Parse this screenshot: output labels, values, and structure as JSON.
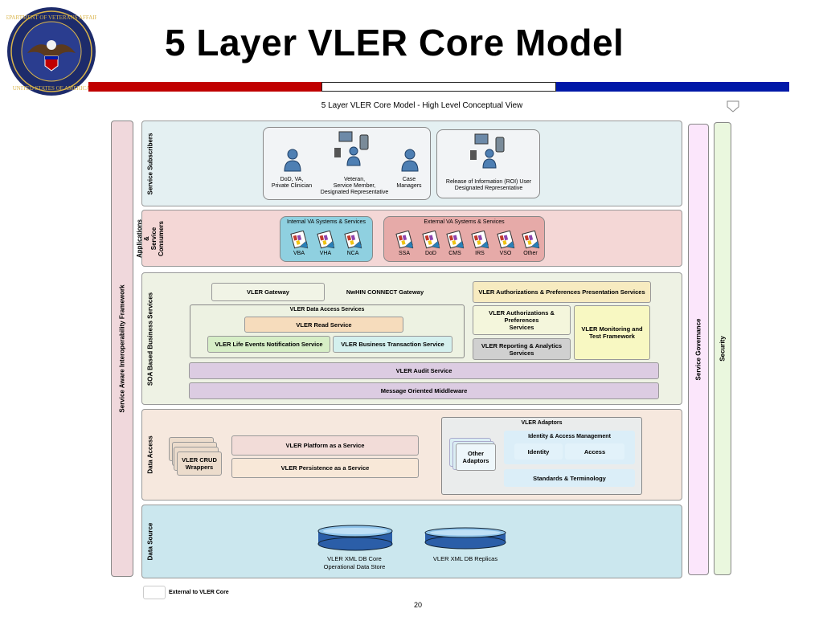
{
  "slide": {
    "title": "5 Layer VLER Core Model",
    "page_number": "20"
  },
  "diagram": {
    "heading": "5 Layer VLER Core Model - High Level Conceptual View",
    "left_framework": "Service Aware Interoperability Framework",
    "right_governance": "Service Governance",
    "right_security": "Security",
    "legend": "External to VLER Core",
    "layers": {
      "subscribers": {
        "label": "Service Subscribers",
        "users": [
          "DoD, VA,\nPrivate Clinician",
          "Veteran,\nService Member,\nDesignated Representative",
          "Case\nManagers"
        ],
        "roi": "Release of Information (ROI) User\nDesignated Representative"
      },
      "applications": {
        "label": "Applications &\nService\nConsumers",
        "internal_title": "Internal VA Systems & Services",
        "internal": [
          "VBA",
          "VHA",
          "NCA"
        ],
        "external_title": "External VA Systems & Services",
        "external": [
          "SSA",
          "DoD",
          "CMS",
          "IRS",
          "VSO",
          "Other"
        ]
      },
      "soa": {
        "label": "SOA Based Business Services",
        "gateway": "VLER Gateway",
        "nwhin": "NwHIN CONNECT Gateway",
        "auth_presentation": "VLER Authorizations & Preferences Presentation Services",
        "data_access_group": "VLER Data Access Services",
        "read": "VLER Read Service",
        "life_events": "VLER Life Events Notification Service",
        "business_tx": "VLER Business Transaction Service",
        "auth_services": "VLER Authorizations &\nPreferences\nServices",
        "reporting": "VLER Reporting & Analytics\nServices",
        "monitoring": "VLER Monitoring and\nTest Framework",
        "audit": "VLER Audit Service",
        "middleware": "Message Oriented Middleware"
      },
      "data_access": {
        "label": "Data Access",
        "crud": "VLER CRUD\nWrappers",
        "paas": "VLER Platform as a Service",
        "persistence": "VLER Persistence as a Service",
        "adaptors": "VLER Adaptors",
        "iam": "Identity & Access Management",
        "identity": "Identity",
        "access": "Access",
        "other_adaptors": "Other\nAdaptors",
        "standards": "Standards & Terminology"
      },
      "data_source": {
        "label": "Data Source",
        "core": "VLER XML DB Core\nOperational Data Store",
        "replicas": "VLER XML DB Replicas"
      }
    }
  },
  "colors": {
    "red": "#c00000",
    "blue": "#0018a8",
    "subscribers_bg": "#e4f0f2",
    "applications_bg": "#f4d7d6",
    "soa_bg": "#eef2e4",
    "data_access_bg": "#f6e8de",
    "data_source_bg": "#cbe7ee"
  }
}
